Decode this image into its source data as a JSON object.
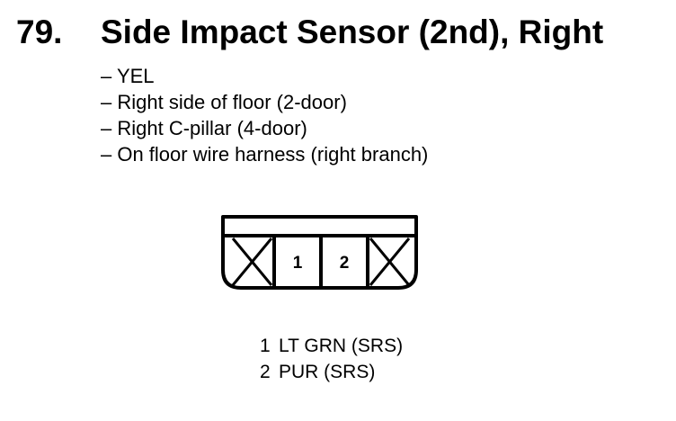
{
  "heading": {
    "number": "79.",
    "title": "Side Impact Sensor (2nd), Right"
  },
  "details": [
    "– YEL",
    "– Right side of floor (2-door)",
    "– Right C-pillar (4-door)",
    "– On floor wire harness (right branch)"
  ],
  "connector": {
    "terminals": [
      "1",
      "2"
    ]
  },
  "pins": [
    {
      "number": "1",
      "wire": "LT GRN (SRS)"
    },
    {
      "number": "2",
      "wire": "PUR (SRS)"
    }
  ]
}
